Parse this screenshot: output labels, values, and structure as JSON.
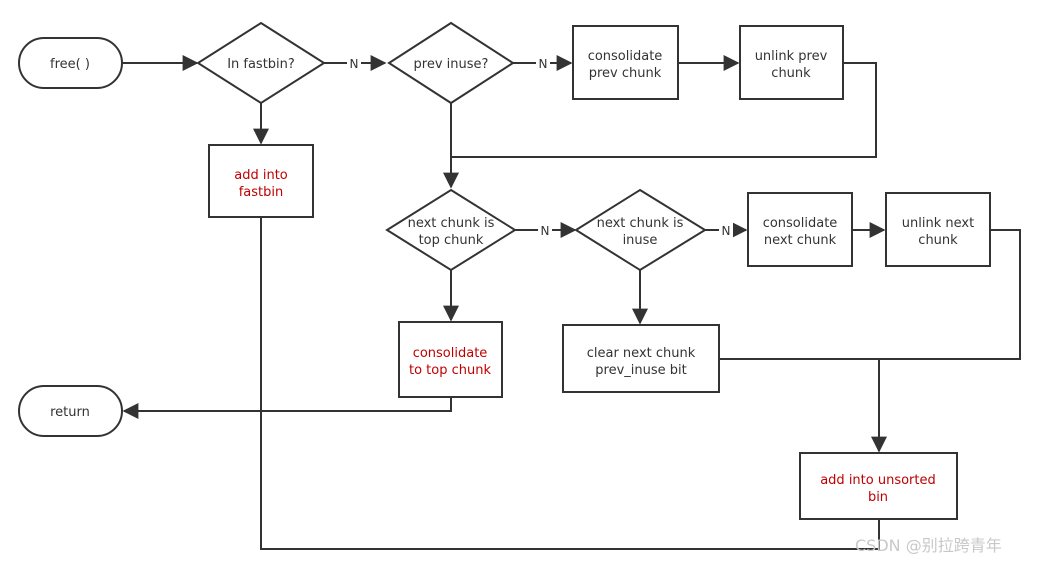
{
  "nodes": {
    "free": "free( )",
    "return": "return",
    "in_fastbin": "In fastbin?",
    "prev_inuse": "prev inuse?",
    "consolidate_prev": [
      "consolidate",
      "prev chunk"
    ],
    "unlink_prev": [
      "unlink prev",
      "chunk"
    ],
    "add_fastbin": [
      "add into",
      "fastbin"
    ],
    "next_top": [
      "next chunk is",
      "top chunk"
    ],
    "next_inuse": [
      "next chunk is",
      "inuse"
    ],
    "consolidate_next": [
      "consolidate",
      "next chunk"
    ],
    "unlink_next": [
      "unlink next",
      "chunk"
    ],
    "consolidate_top": [
      "consolidate",
      "to top chunk"
    ],
    "clear_bit": [
      "clear next chunk",
      "prev_inuse bit"
    ],
    "add_unsorted": [
      "add into unsorted",
      "bin"
    ]
  },
  "edge_labels": {
    "no": "N"
  },
  "colors": {
    "stroke": "#333333",
    "highlight_text": "#c00000",
    "watermark": "#c8c8c8"
  },
  "watermark": "CSDN @别拉跨青年"
}
